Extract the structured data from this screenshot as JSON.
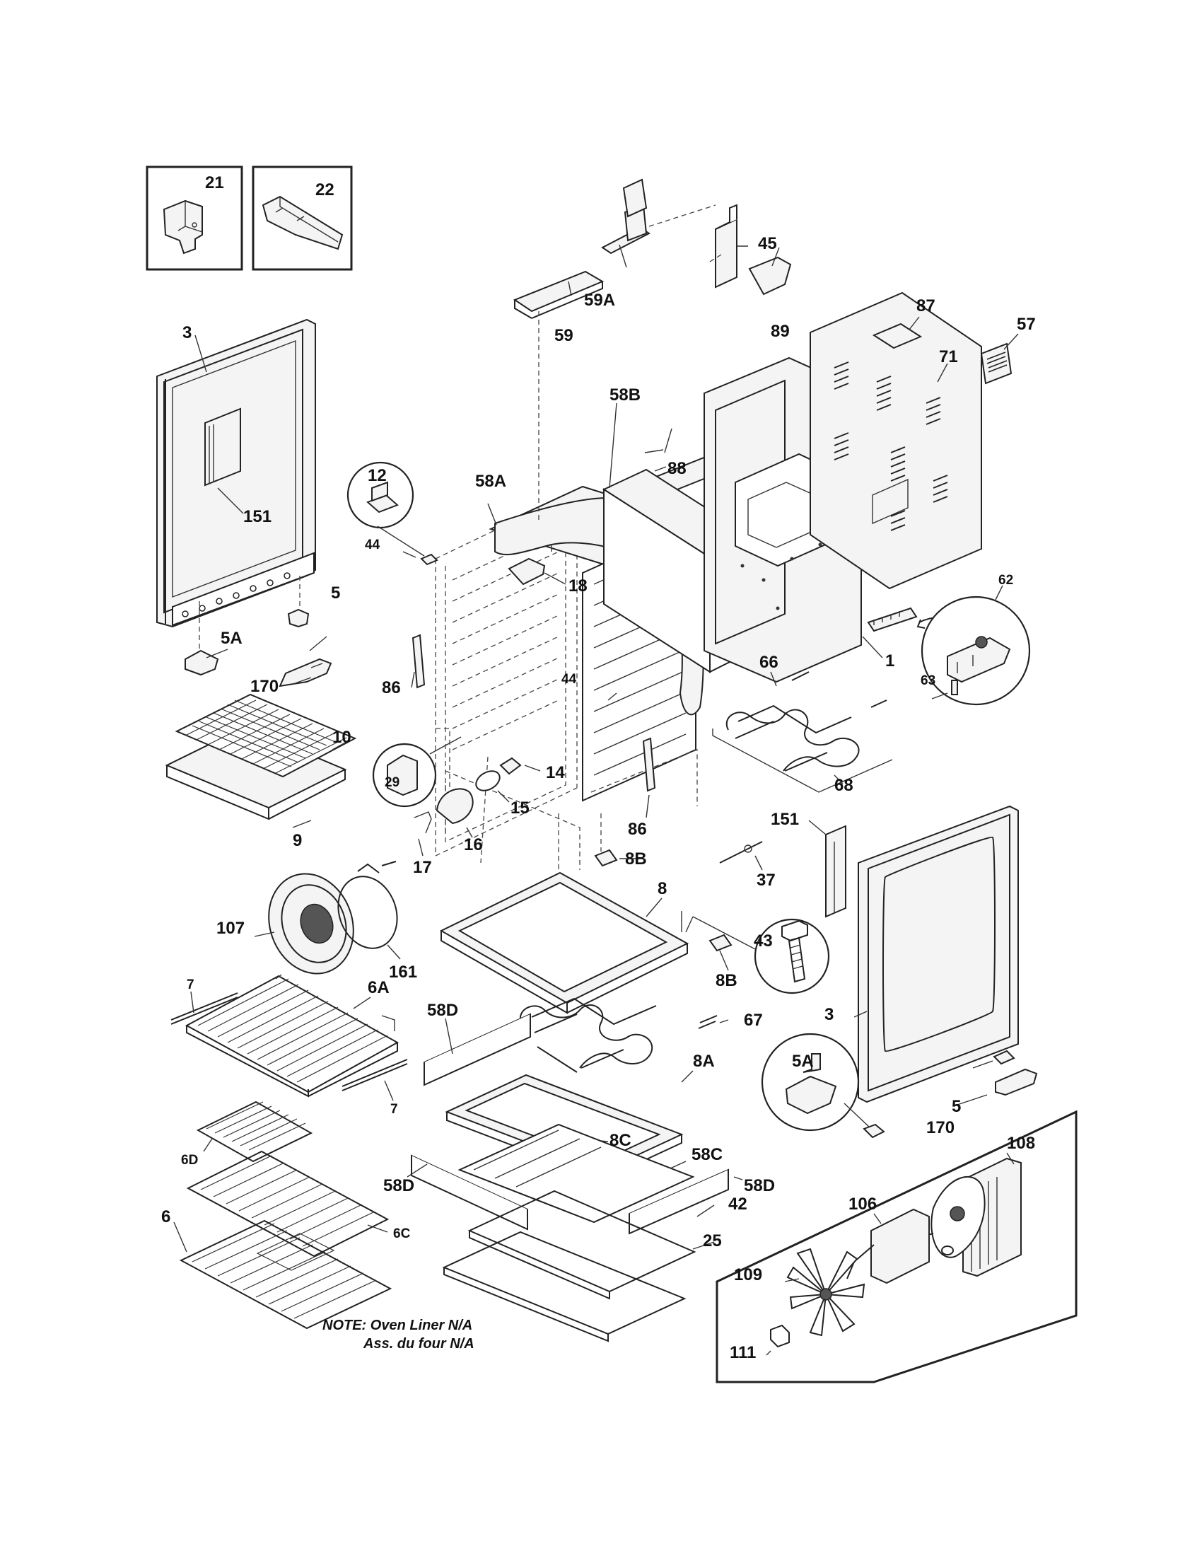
{
  "labels": {
    "l21": "21",
    "l22": "22",
    "l45": "45",
    "l59A": "59A",
    "l59": "59",
    "l87": "87",
    "l57": "57",
    "l89": "89",
    "l71": "71",
    "l3a": "3",
    "l58B": "58B",
    "l88": "88",
    "l12": "12",
    "l58A": "58A",
    "l151a": "151",
    "l44a": "44",
    "l18": "18",
    "l5a": "5",
    "l5Aa": "5A",
    "l62": "62",
    "l170a": "170",
    "l86a": "86",
    "l44b": "44",
    "l66": "66",
    "l1": "1",
    "l63": "63",
    "l10": "10",
    "l29": "29",
    "l14": "14",
    "l68": "68",
    "l15": "15",
    "l9": "9",
    "l16": "16",
    "l86b": "86",
    "l151b": "151",
    "l17": "17",
    "l8Ba": "8B",
    "l37": "37",
    "l8": "8",
    "l107": "107",
    "l43": "43",
    "l161": "161",
    "l7a": "7",
    "l6A": "6A",
    "l8Bb": "8B",
    "l3b": "3",
    "l58Da": "58D",
    "l67": "67",
    "l8A": "8A",
    "l5Ab": "5A",
    "l7b": "7",
    "l8C": "8C",
    "l5b": "5",
    "l58Ca": "58C",
    "l170b": "170",
    "l108": "108",
    "l6D": "6D",
    "l58Db": "58D",
    "l58Dc": "58D",
    "l42": "42",
    "l106": "106",
    "l6": "6",
    "l6C": "6C",
    "l25": "25",
    "l109": "109",
    "l111": "111"
  },
  "note": {
    "line1": "NOTE: Oven Liner N/A",
    "line2": "Ass. du four N/A"
  }
}
